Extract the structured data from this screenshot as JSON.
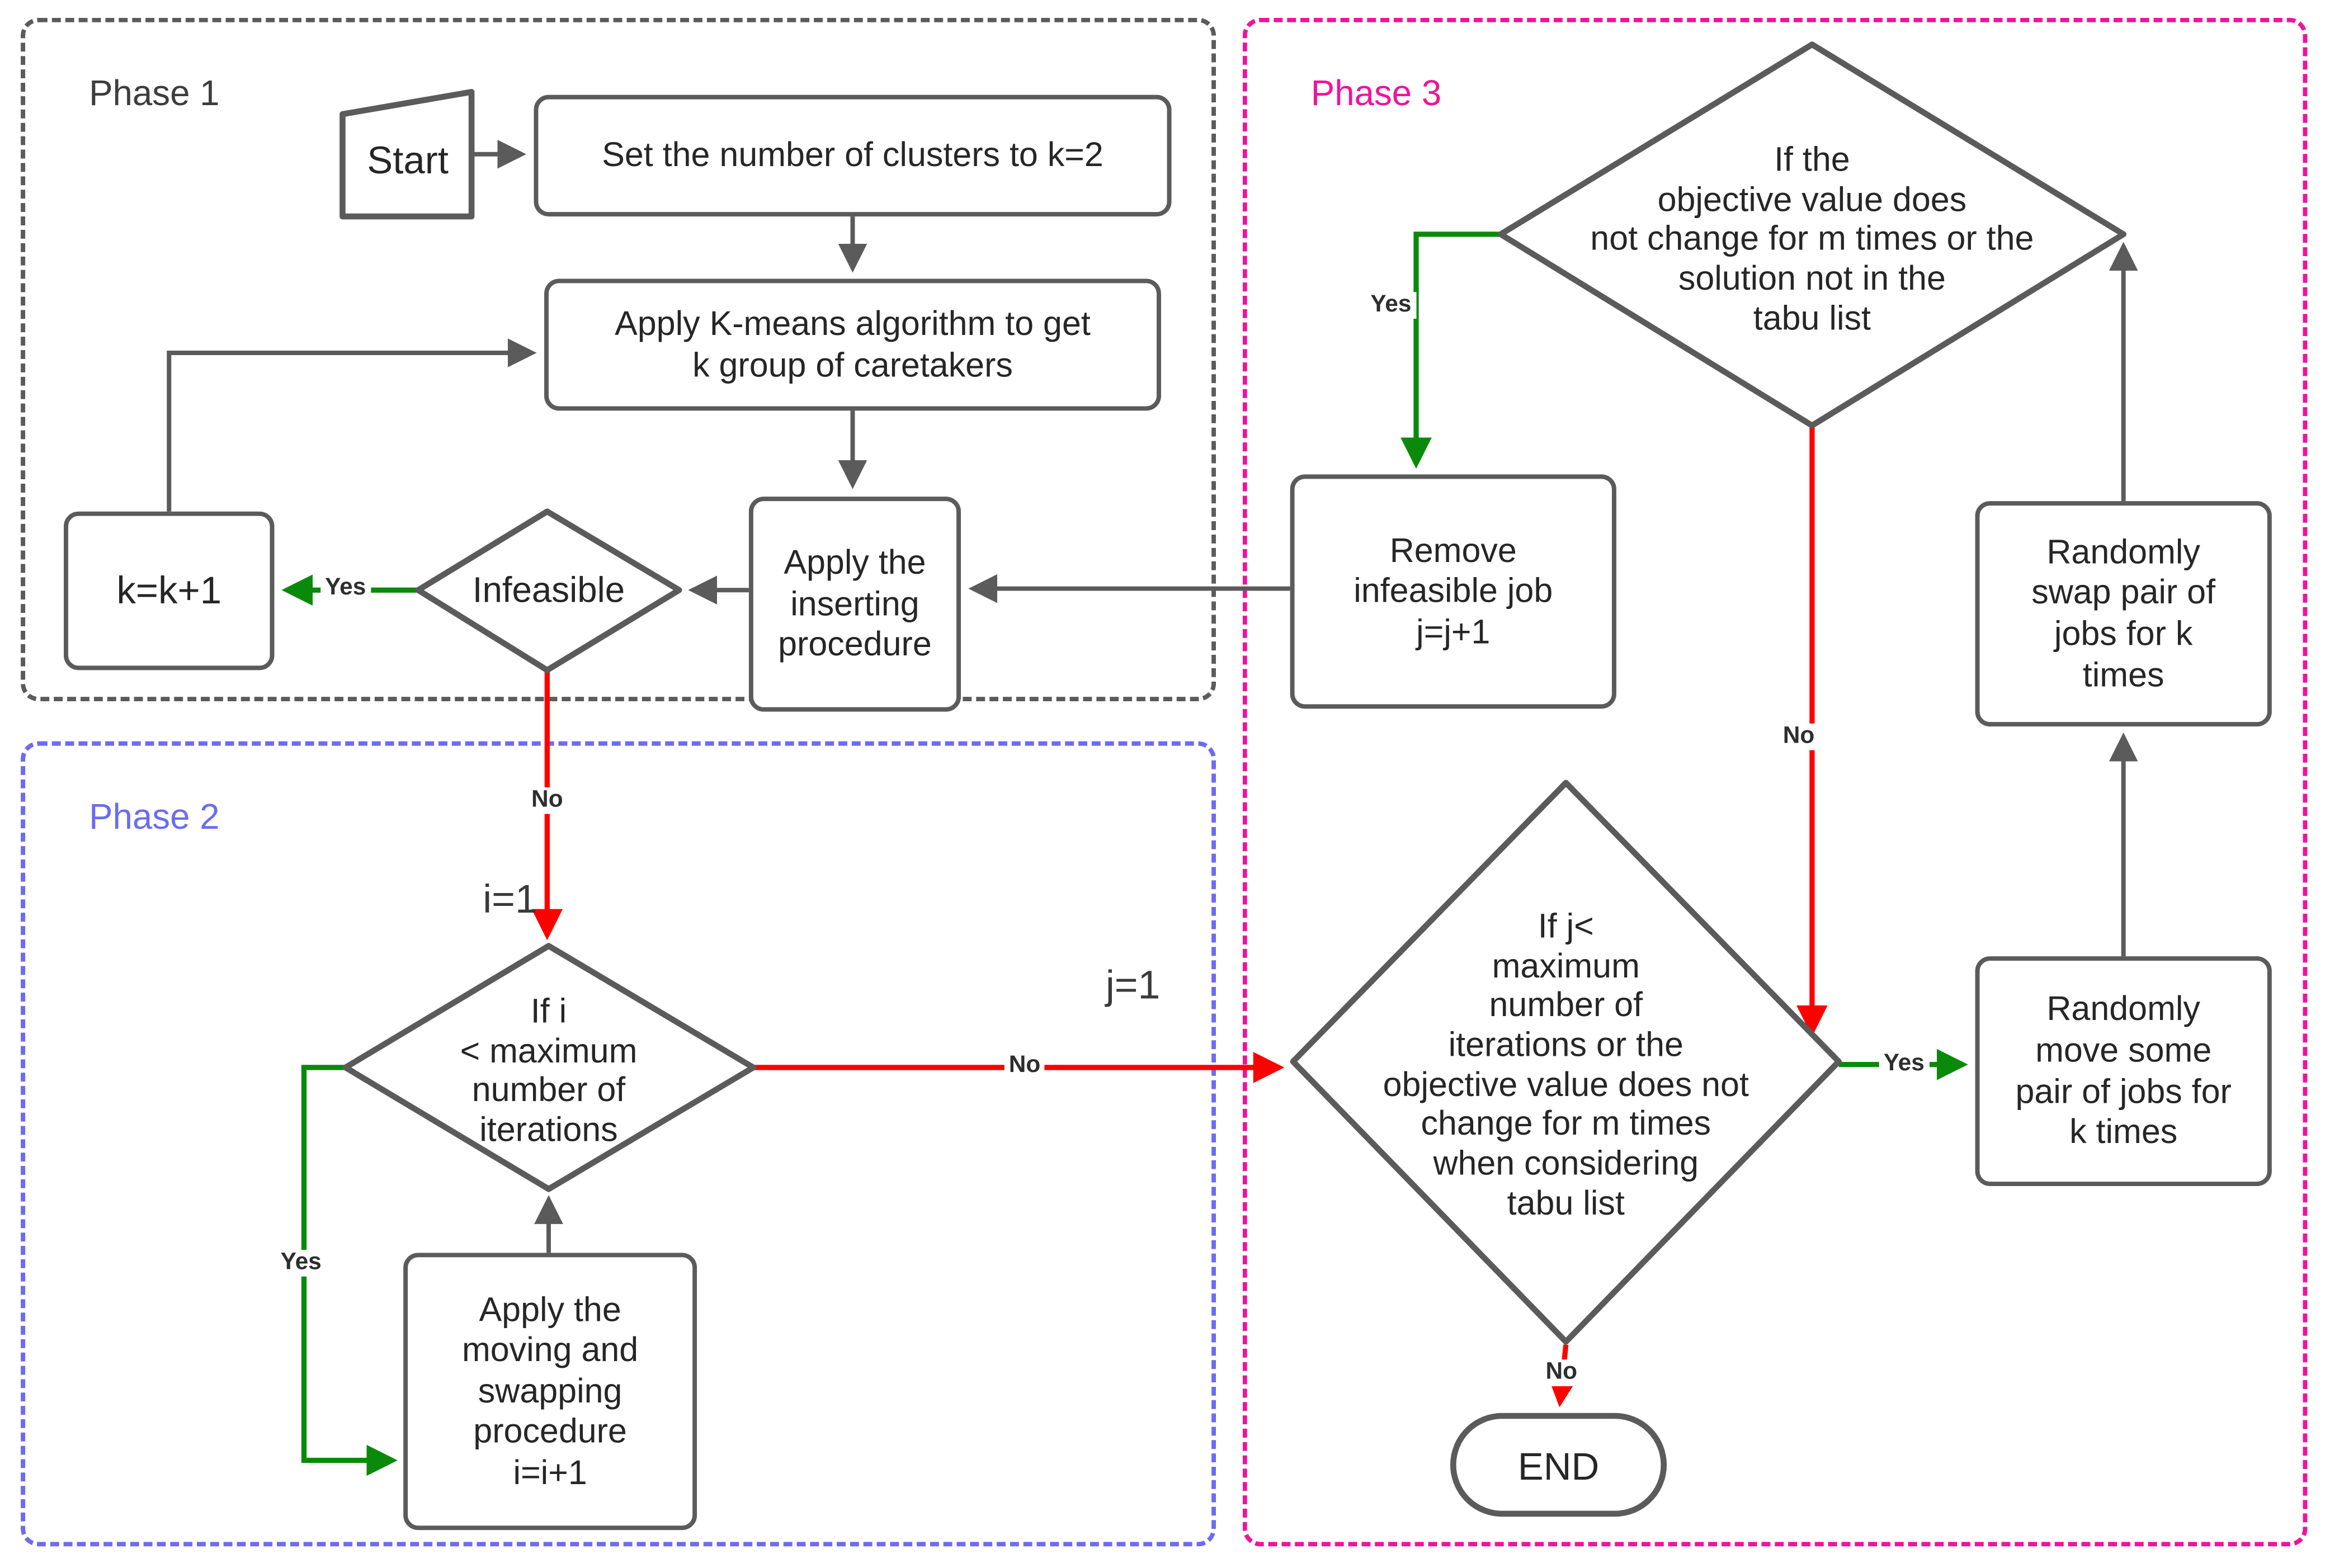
{
  "phases": [
    {
      "id": "phase1",
      "label": "Phase 1",
      "color": "#3d3d3d",
      "border_color": "#5b5b5b"
    },
    {
      "id": "phase2",
      "label": "Phase 2",
      "color": "#6c6cf0",
      "border_color": "#6c6cf0"
    },
    {
      "id": "phase3",
      "label": "Phase 3",
      "color": "#f0139b",
      "border_color": "#f0139b"
    }
  ],
  "nodes": {
    "start": {
      "type": "terminator",
      "label": "Start"
    },
    "set_clusters": {
      "type": "process",
      "lines": [
        "Set the number of clusters to k=2"
      ]
    },
    "kmeans": {
      "type": "process",
      "lines": [
        "Apply K-means algorithm to get",
        "k group of caretakers"
      ]
    },
    "inserting": {
      "type": "process",
      "lines": [
        "Apply the",
        "inserting",
        "procedure"
      ]
    },
    "infeasible": {
      "type": "decision",
      "lines": [
        "Infeasible"
      ]
    },
    "k_increment": {
      "type": "process",
      "lines": [
        "k=k+1"
      ]
    },
    "iteration_check": {
      "type": "decision",
      "lines": [
        "If i",
        "< maximum",
        "number of",
        "iterations"
      ]
    },
    "moving_swapping": {
      "type": "process",
      "lines": [
        "Apply the",
        "moving and",
        "swapping",
        "procedure",
        "i=i+1"
      ]
    },
    "objective_check": {
      "type": "decision",
      "lines": [
        "If the",
        "objective value does",
        "not change for m times or the",
        "solution not in the",
        "tabu list"
      ]
    },
    "remove_infeasible": {
      "type": "process",
      "lines": [
        "Remove",
        "infeasible job",
        "j=j+1"
      ]
    },
    "swap_jobs": {
      "type": "process",
      "lines": [
        "Randomly",
        "swap pair of",
        "jobs for k",
        "times"
      ]
    },
    "tabu_check": {
      "type": "decision",
      "lines": [
        "If j<",
        "maximum",
        "number of",
        "iterations or the",
        "objective value does not",
        "change for m times",
        "when considering",
        "tabu list"
      ]
    },
    "move_jobs": {
      "type": "process",
      "lines": [
        "Randomly",
        "move some",
        "pair of jobs for",
        "k times"
      ]
    },
    "end": {
      "type": "terminator",
      "label": "END"
    }
  },
  "edge_labels": {
    "infeasible_yes": "Yes",
    "infeasible_no": "No",
    "i_init": "i=1",
    "iteration_yes": "Yes",
    "iteration_no": "No",
    "j_init": "j=1",
    "objective_yes": "Yes",
    "objective_no": "No",
    "tabu_yes": "Yes",
    "tabu_no": "No"
  },
  "colors": {
    "connector": "#5b5b5b",
    "yes_edge": "#0a8a0a",
    "no_edge": "#ff0000",
    "node_border": "#5b5b5b",
    "text": "#262626"
  }
}
